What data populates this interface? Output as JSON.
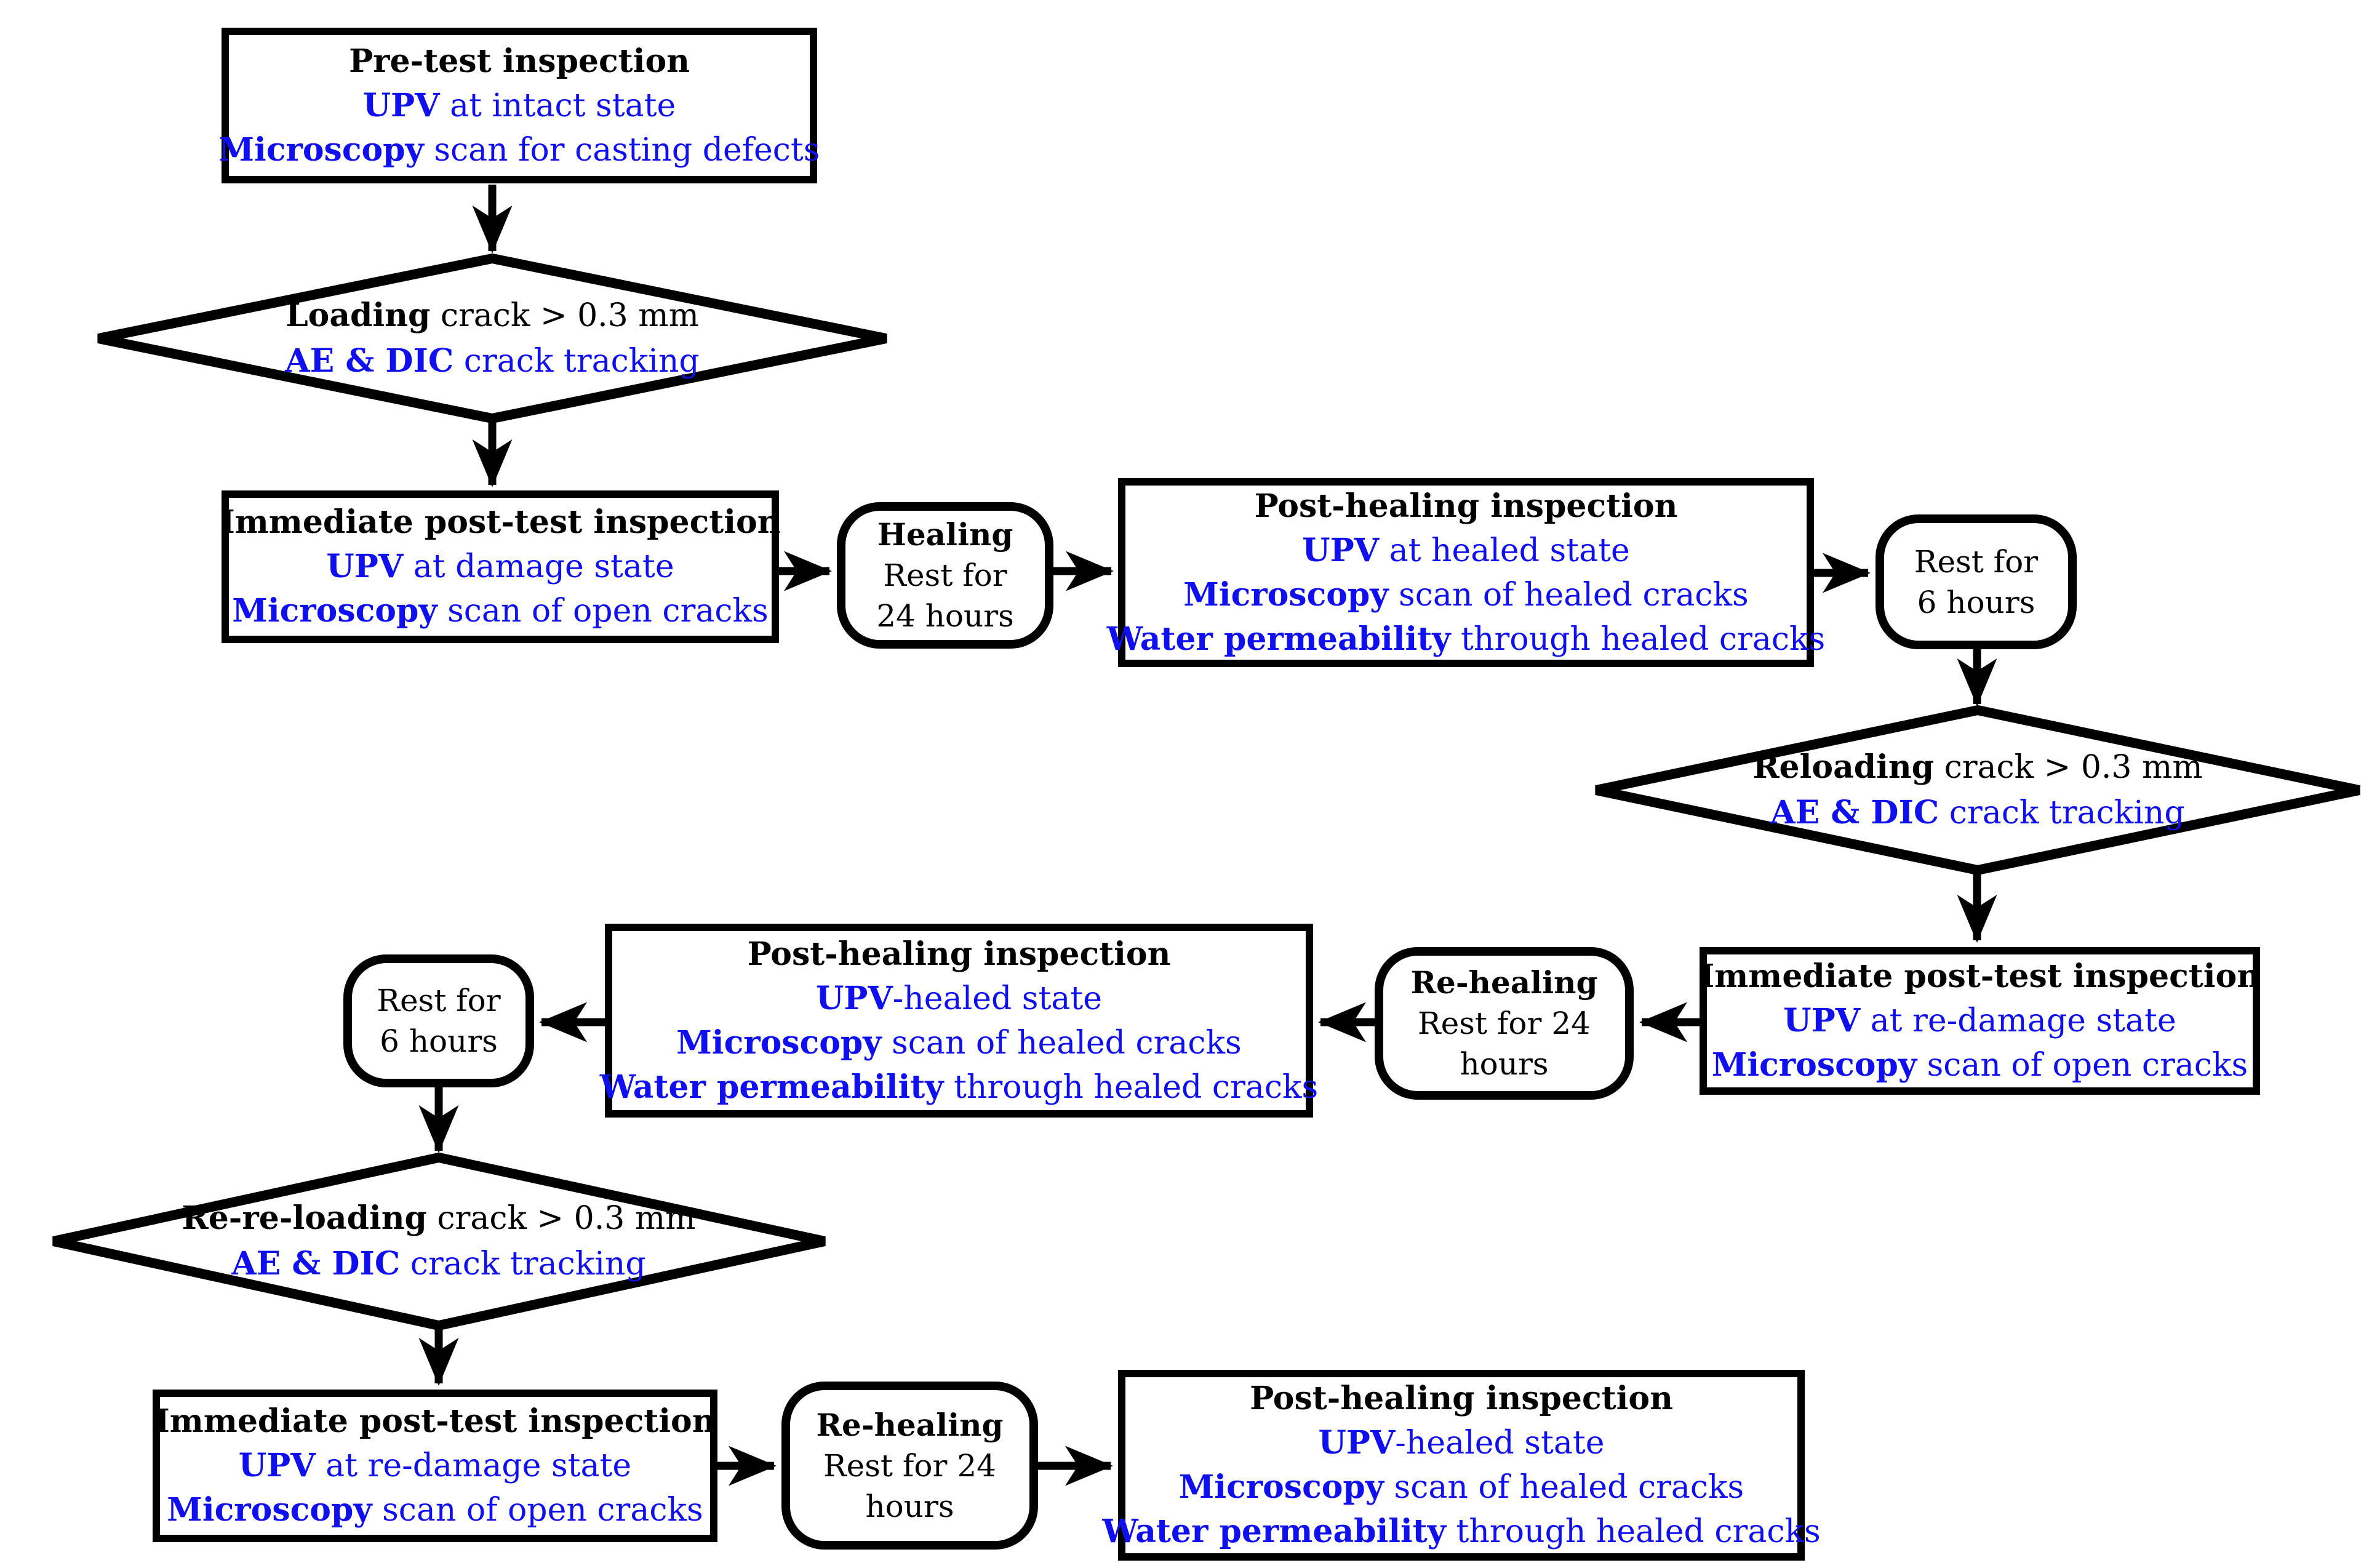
{
  "colors": {
    "ink": "#000000",
    "accent_blue": "#1010ee",
    "background": "#ffffff"
  },
  "nodes": {
    "pretest": {
      "shape": "rectangle",
      "lines": [
        {
          "lead": "Pre-test inspection",
          "rest": ""
        },
        {
          "lead": "UPV",
          "rest": " at intact state"
        },
        {
          "lead": "Microscopy",
          "rest": " scan for casting defects"
        }
      ]
    },
    "loading": {
      "shape": "diamond",
      "lines": [
        {
          "lead": "Loading",
          "rest": " crack > 0.3 mm"
        },
        {
          "lead": "AE & DIC",
          "rest": " crack tracking"
        }
      ]
    },
    "post_test_1": {
      "shape": "rectangle",
      "lines": [
        {
          "lead": "Immediate post-test inspection",
          "rest": ""
        },
        {
          "lead": "UPV",
          "rest": " at damage state"
        },
        {
          "lead": "Microscopy",
          "rest": " scan of open cracks"
        }
      ]
    },
    "healing_1": {
      "shape": "rounded",
      "lines": [
        {
          "lead": "Healing",
          "rest": ""
        },
        {
          "lead": "Rest for",
          "rest": ""
        },
        {
          "lead": "24 hours",
          "rest": ""
        }
      ]
    },
    "post_healing_1": {
      "shape": "rectangle",
      "lines": [
        {
          "lead": "Post-healing inspection",
          "rest": ""
        },
        {
          "lead": "UPV",
          "rest": " at healed state"
        },
        {
          "lead": "Microscopy",
          "rest": " scan of healed cracks"
        },
        {
          "lead": "Water permeability",
          "rest": " through healed cracks"
        }
      ]
    },
    "rest_6_1": {
      "shape": "rounded",
      "lines": [
        {
          "lead": "Rest for",
          "rest": ""
        },
        {
          "lead": "6 hours",
          "rest": ""
        }
      ]
    },
    "reloading": {
      "shape": "diamond",
      "lines": [
        {
          "lead": "Reloading",
          "rest": " crack > 0.3 mm"
        },
        {
          "lead": "AE & DIC",
          "rest": " crack tracking"
        }
      ]
    },
    "post_test_2": {
      "shape": "rectangle",
      "lines": [
        {
          "lead": "Immediate post-test inspection",
          "rest": ""
        },
        {
          "lead": "UPV",
          "rest": " at re-damage state"
        },
        {
          "lead": "Microscopy",
          "rest": " scan of open cracks"
        }
      ]
    },
    "rehealing_1": {
      "shape": "rounded",
      "lines": [
        {
          "lead": "Re-healing",
          "rest": ""
        },
        {
          "lead": "Rest for 24",
          "rest": ""
        },
        {
          "lead": "hours",
          "rest": ""
        }
      ]
    },
    "post_healing_2": {
      "shape": "rectangle",
      "lines": [
        {
          "lead": "Post-healing inspection",
          "rest": ""
        },
        {
          "lead": "UPV",
          "rest": "-healed state"
        },
        {
          "lead": "Microscopy",
          "rest": " scan of healed cracks"
        },
        {
          "lead": "Water permeability",
          "rest": " through healed cracks"
        }
      ]
    },
    "rest_6_2": {
      "shape": "rounded",
      "lines": [
        {
          "lead": "Rest for",
          "rest": ""
        },
        {
          "lead": "6 hours",
          "rest": ""
        }
      ]
    },
    "rereloading": {
      "shape": "diamond",
      "lines": [
        {
          "lead": "Re-re-loading",
          "rest": " crack > 0.3 mm"
        },
        {
          "lead": "AE & DIC",
          "rest": " crack tracking"
        }
      ]
    },
    "post_test_3": {
      "shape": "rectangle",
      "lines": [
        {
          "lead": "Immediate post-test inspection",
          "rest": ""
        },
        {
          "lead": "UPV",
          "rest": " at re-damage state"
        },
        {
          "lead": "Microscopy",
          "rest": " scan of open cracks"
        }
      ]
    },
    "rehealing_2": {
      "shape": "rounded",
      "lines": [
        {
          "lead": "Re-healing",
          "rest": ""
        },
        {
          "lead": "Rest for 24",
          "rest": ""
        },
        {
          "lead": "hours",
          "rest": ""
        }
      ]
    },
    "post_healing_3": {
      "shape": "rectangle",
      "lines": [
        {
          "lead": "Post-healing inspection",
          "rest": ""
        },
        {
          "lead": "UPV",
          "rest": "-healed state"
        },
        {
          "lead": "Microscopy",
          "rest": " scan of healed cracks"
        },
        {
          "lead": "Water permeability",
          "rest": " through healed cracks"
        }
      ]
    }
  }
}
